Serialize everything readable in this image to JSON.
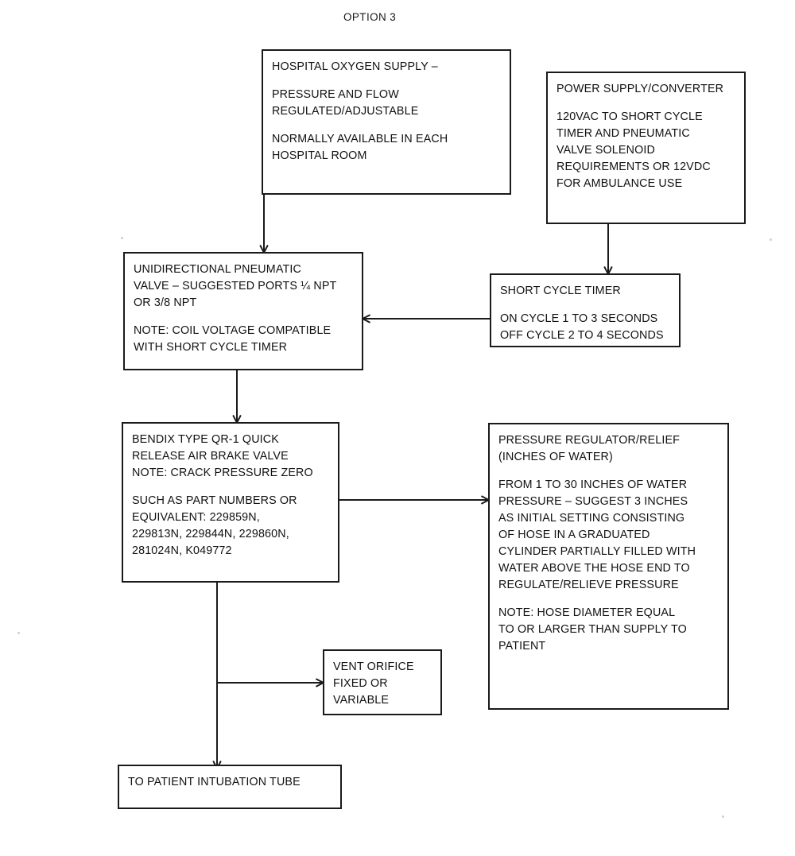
{
  "diagram": {
    "title": "OPTION 3",
    "type": "flowchart",
    "nodes": [
      {
        "id": "hospital-oxygen-supply",
        "name": "hospital-oxygen-supply-box",
        "lines": [
          "HOSPITAL OXYGEN SUPPLY –",
          "PRESSURE AND FLOW\nREGULATED/ADJUSTABLE",
          "NORMALLY AVAILABLE IN EACH\nHOSPITAL ROOM"
        ]
      },
      {
        "id": "power-supply-converter",
        "name": "power-supply-converter-box",
        "lines": [
          "POWER SUPPLY/CONVERTER",
          "120VAC TO SHORT CYCLE\nTIMER AND PNEUMATIC\nVALVE SOLENOID\nREQUIREMENTS OR 12VDC\nFOR AMBULANCE USE"
        ]
      },
      {
        "id": "unidirectional-pneumatic-valve",
        "name": "unidirectional-pneumatic-valve-box",
        "lines": [
          "UNIDIRECTIONAL PNEUMATIC\nVALVE – SUGGESTED PORTS ¼ NPT\nOR 3/8 NPT",
          "NOTE: COIL VOLTAGE COMPATIBLE\nWITH SHORT CYCLE TIMER"
        ]
      },
      {
        "id": "short-cycle-timer",
        "name": "short-cycle-timer-box",
        "lines": [
          "SHORT CYCLE TIMER",
          "ON CYCLE 1 TO 3 SECONDS\nOFF CYCLE 2 TO 4 SECONDS"
        ]
      },
      {
        "id": "bendix-valve",
        "name": "bendix-quick-release-valve-box",
        "lines": [
          "BENDIX TYPE QR-1 QUICK\nRELEASE AIR BRAKE VALVE\nNOTE: CRACK PRESSURE ZERO",
          "SUCH AS PART NUMBERS OR\nEQUIVALENT:  229859N,\n229813N, 229844N, 229860N,\n281024N, K049772"
        ]
      },
      {
        "id": "pressure-regulator-relief",
        "name": "pressure-regulator-relief-box",
        "lines": [
          "PRESSURE REGULATOR/RELIEF\n(INCHES OF WATER)",
          "FROM 1 TO 30 INCHES OF WATER\nPRESSURE – SUGGEST 3 INCHES\nAS INITIAL SETTING CONSISTING\nOF HOSE IN A GRADUATED\nCYLINDER PARTIALLY FILLED WITH\nWATER ABOVE THE HOSE END TO\nREGULATE/RELIEVE PRESSURE",
          "NOTE: HOSE DIAMETER EQUAL\nTO OR LARGER THAN SUPPLY TO\nPATIENT"
        ]
      },
      {
        "id": "vent-orifice",
        "name": "vent-orifice-box",
        "lines": [
          "VENT ORIFICE\nFIXED OR\nVARIABLE"
        ]
      },
      {
        "id": "patient-intubation-tube",
        "name": "patient-intubation-tube-box",
        "lines": [
          "TO PATIENT INTUBATION TUBE"
        ]
      }
    ],
    "connectors": [
      {
        "id": "oxygen-to-valve",
        "from": "hospital-oxygen-supply",
        "to": "unidirectional-pneumatic-valve",
        "arrow": "down"
      },
      {
        "id": "power-to-timer",
        "from": "power-supply-converter",
        "to": "short-cycle-timer",
        "arrow": "down"
      },
      {
        "id": "timer-to-valve",
        "from": "short-cycle-timer",
        "to": "unidirectional-pneumatic-valve",
        "arrow": "left"
      },
      {
        "id": "valve-to-bendix",
        "from": "unidirectional-pneumatic-valve",
        "to": "bendix-valve",
        "arrow": "down"
      },
      {
        "id": "bendix-to-regulator",
        "from": "bendix-valve",
        "to": "pressure-regulator-relief",
        "arrow": "right"
      },
      {
        "id": "bendix-to-patient",
        "from": "bendix-valve",
        "to": "patient-intubation-tube",
        "arrow": "bidirectional"
      },
      {
        "id": "trunk-to-vent-orifice",
        "from": "bendix-to-patient",
        "to": "vent-orifice",
        "arrow": "right"
      }
    ],
    "colors": {
      "stroke": "#1a1a1a",
      "background": "#ffffff",
      "text": "#111111"
    }
  }
}
